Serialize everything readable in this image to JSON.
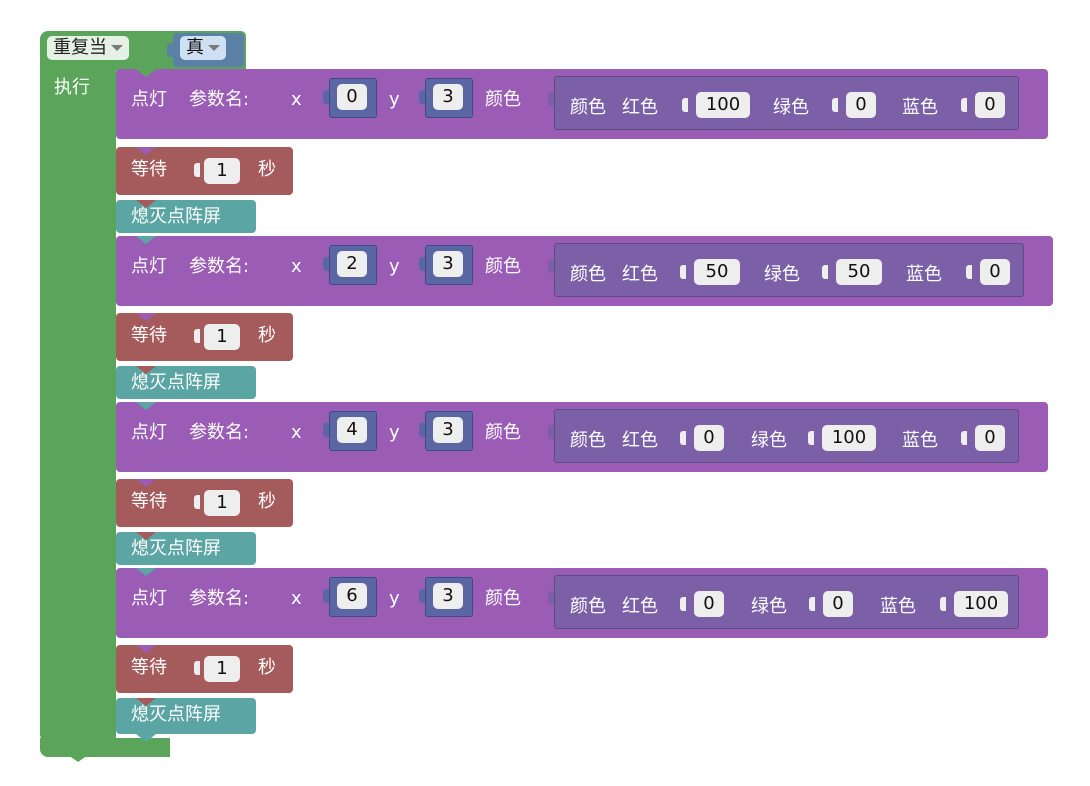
{
  "loop": {
    "mode_label": "重复当",
    "condition_label": "真",
    "do_label": "执行"
  },
  "blocks": [
    {
      "light_label": "点灯",
      "param_label": "参数名:",
      "x_label": "x",
      "x": "0",
      "y_label": "y",
      "y": "3",
      "color_label": "颜色",
      "color_block_label": "颜色",
      "red_label": "红色",
      "red": "100",
      "green_label": "绿色",
      "green": "0",
      "blue_label": "蓝色",
      "blue": "0",
      "wait_label": "等待",
      "wait": "1",
      "sec_label": "秒",
      "clear_label": "熄灭点阵屏"
    },
    {
      "light_label": "点灯",
      "param_label": "参数名:",
      "x_label": "x",
      "x": "2",
      "y_label": "y",
      "y": "3",
      "color_label": "颜色",
      "color_block_label": "颜色",
      "red_label": "红色",
      "red": "50",
      "green_label": "绿色",
      "green": "50",
      "blue_label": "蓝色",
      "blue": "0",
      "wait_label": "等待",
      "wait": "1",
      "sec_label": "秒",
      "clear_label": "熄灭点阵屏"
    },
    {
      "light_label": "点灯",
      "param_label": "参数名:",
      "x_label": "x",
      "x": "4",
      "y_label": "y",
      "y": "3",
      "color_label": "颜色",
      "color_block_label": "颜色",
      "red_label": "红色",
      "red": "0",
      "green_label": "绿色",
      "green": "100",
      "blue_label": "蓝色",
      "blue": "0",
      "wait_label": "等待",
      "wait": "1",
      "sec_label": "秒",
      "clear_label": "熄灭点阵屏"
    },
    {
      "light_label": "点灯",
      "param_label": "参数名:",
      "x_label": "x",
      "x": "6",
      "y_label": "y",
      "y": "3",
      "color_label": "颜色",
      "color_block_label": "颜色",
      "red_label": "红色",
      "red": "0",
      "green_label": "绿色",
      "green": "0",
      "blue_label": "蓝色",
      "blue": "100",
      "wait_label": "等待",
      "wait": "1",
      "sec_label": "秒",
      "clear_label": "熄灭点阵屏"
    }
  ],
  "colors": {
    "loop": "#5ba55b",
    "light_block": "#9a5cb4",
    "color_block": "#7b60a8",
    "number_socket": "#5b67a5",
    "wait_block": "#a55b5b",
    "clear_block": "#5ba5a5",
    "logic_block": "#5b80a5"
  },
  "icons": {
    "dropdown": "chevron-down-icon"
  }
}
